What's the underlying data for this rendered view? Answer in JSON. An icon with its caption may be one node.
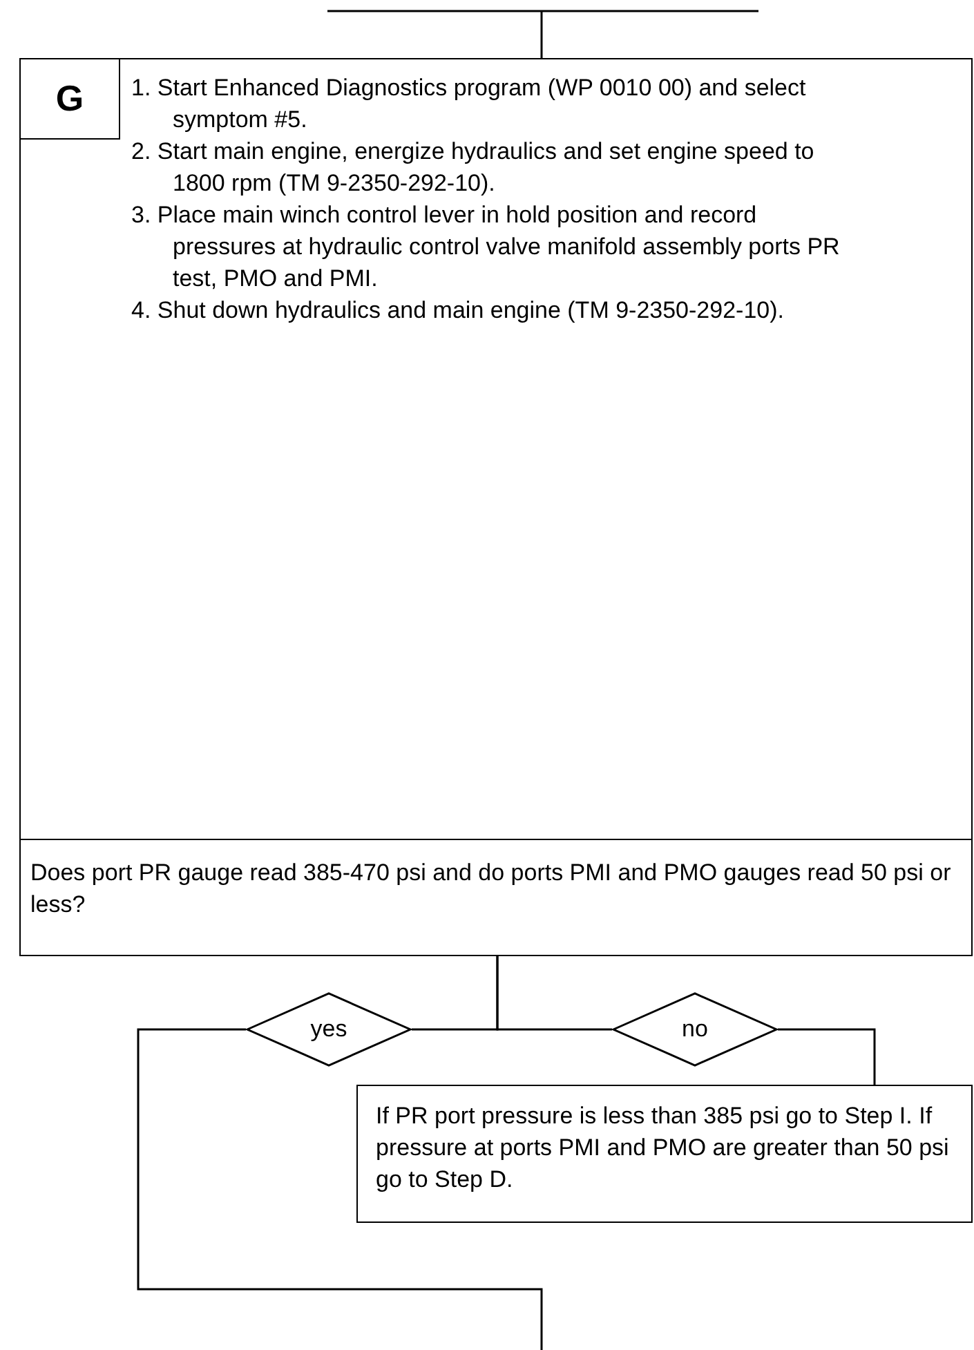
{
  "diagram": {
    "nodes": [
      {
        "text": [
          "1. Start Enhanced Diagnostics program (WP 0010 00) and select symptom #5.",
          "2. Start main engine, energize hydraulics and set engine speed to 1800 rpm (TM 9-2350-292-10).",
          "3. Place main winch control lever in hold position and record pressures at hydraulic control valve manifold assembly ports PR test, PMO and PMI.",
          "4. Shut down hydraulics and main engine (TM 9-2350-292-10)."
        ]
      },
      {
        "text": [
          "G"
        ],
        "in": 0
      },
      {
        "text": [
          "Does port PR gauge read 385-470 psi and do ports PMI and PMO gauges read 50 psi or less?"
        ]
      },
      {
        "text": [
          "yes"
        ]
      },
      {
        "text": [
          "no"
        ]
      },
      {
        "text": [
          "If PR port pressure is less than 385 psi go to Step I.  If pressure at ports PMI and PMO are greater than 50 psi go to Step D."
        ]
      }
    ],
    "edges": [
      {
        "from": null,
        "to": 0,
        "arrow": "none"
      },
      {
        "from": 2,
        "to": 3,
        "arrow": "none"
      },
      {
        "from": 2,
        "to": 4,
        "arrow": "none"
      },
      {
        "from": 4,
        "to": 5,
        "arrow": "none"
      },
      {
        "from": 3,
        "to": null,
        "arrow": "none"
      }
    ]
  }
}
